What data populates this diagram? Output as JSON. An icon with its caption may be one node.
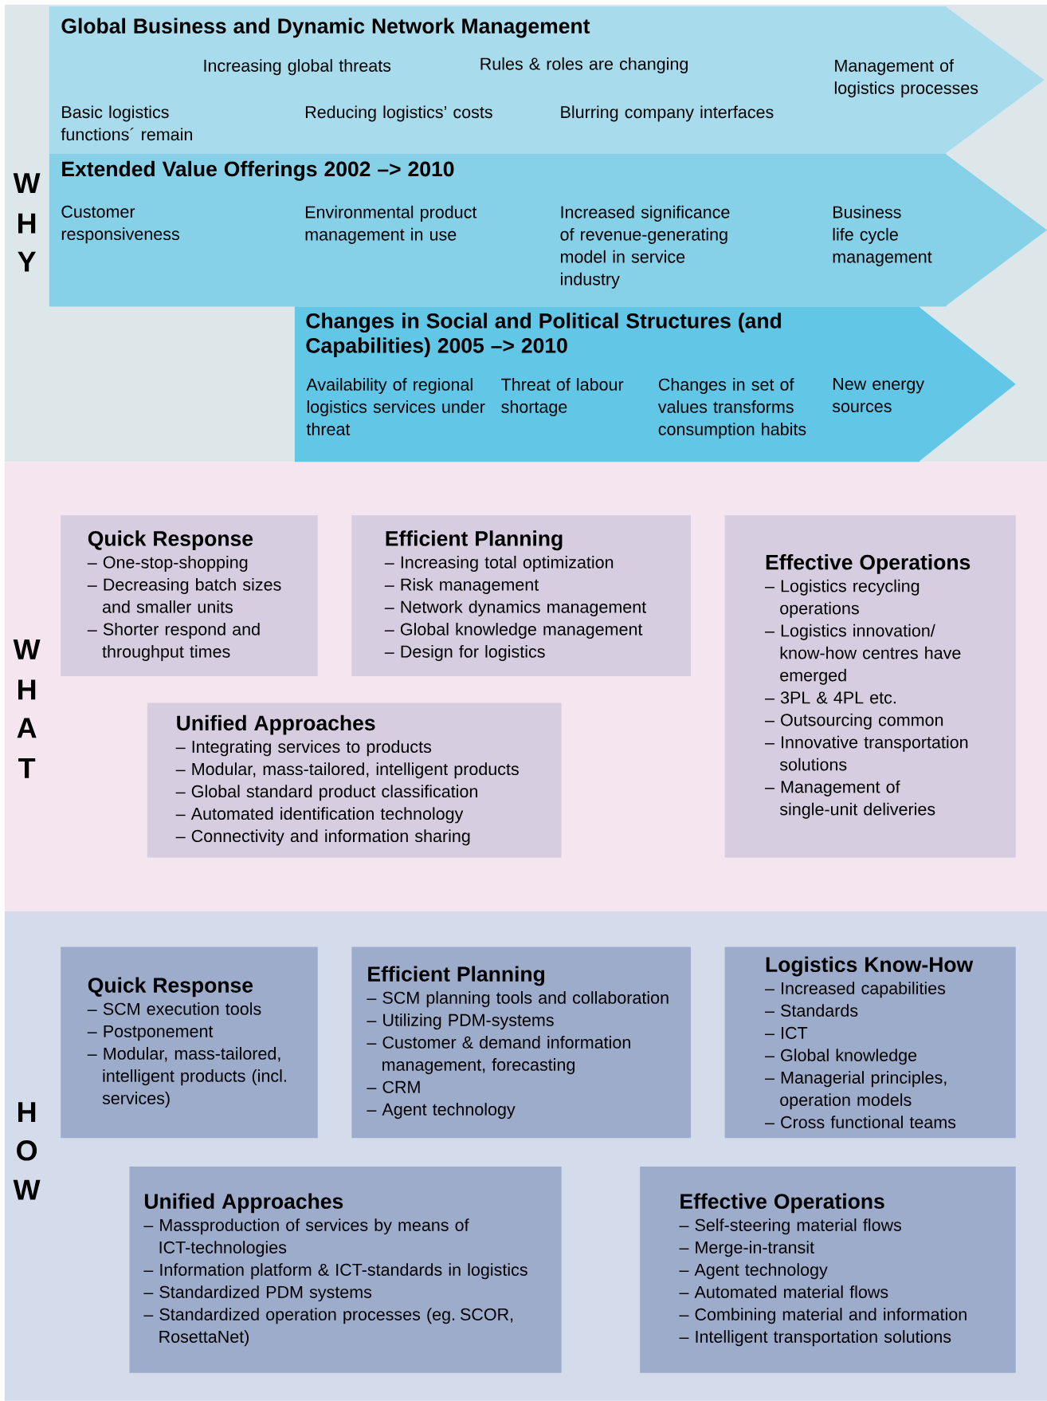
{
  "diagram": {
    "nodes": [
      {
        "text": [],
        "shape": "box"
      },
      {
        "text": [
          "Global Business and Dynamic Network Management",
          "Increasing global threats",
          "Rules & roles are changing",
          "Management of logistics processes",
          "Basic logistics functions´ remain",
          "Reducing logistics’ costs",
          "Blurring company interfaces"
        ],
        "in": 0
      },
      {
        "text": [
          "Extended Value Offerings 2002 –> 2010",
          "Customer responsiveness",
          "Environmental product management in use",
          "Increased significance of revenue-generating model in service industry",
          "Business life cycle management"
        ],
        "in": 0
      },
      {
        "text": [
          "Changes in Social and Political Structures (and Capabilities) 2005 –> 2010",
          "Availability of regional logistics services under threat",
          "Threat of labour shortage",
          "Changes in set of values transforms consumption habits",
          "New energy sources"
        ],
        "in": 0
      },
      {
        "text": [],
        "shape": "box"
      },
      {
        "text": [
          "Quick Response",
          "– One-stop-shopping",
          "– Decreasing batch sizes and smaller units",
          "– Shorter respond and throughput times"
        ],
        "in": 4
      },
      {
        "text": [
          "Efficient Planning",
          "– Increasing total optimization",
          "– Risk management",
          "– Network dynamics management",
          "– Global knowledge management",
          "– Design for logistics"
        ],
        "in": 4
      },
      {
        "text": [
          "Effective Operations",
          "– Logistics recycling operations",
          "– Logistics innovation/ know-how centres have emerged",
          "– 3PL & 4PL etc.",
          "– Outsourcing common",
          "– Innovative transportation solutions",
          "– Management of single-unit deliveries"
        ],
        "in": 4
      },
      {
        "text": [
          "Unified Approaches",
          "– Integrating services to products",
          "– Modular, mass-tailored, intelligent products",
          "– Global standard product classification",
          "– Automated identification technology",
          "– Connectivity and information sharing"
        ],
        "in": 4
      },
      {
        "text": [],
        "shape": "box"
      },
      {
        "text": [
          "Quick Response",
          "– SCM execution tools",
          "– Postponement",
          "– Modular, mass-tailored, intelligent products (incl. services)"
        ],
        "in": 9
      },
      {
        "text": [
          "Efficient Planning",
          "– SCM planning tools and collaboration",
          "– Utilizing PDM-systems",
          "– Customer & demand information management, forecasting",
          "– CRM",
          "– Agent technology"
        ],
        "in": 9
      },
      {
        "text": [
          "Logistics Know-How",
          "– Increased capabilities",
          "– Standards",
          "– ICT",
          "– Global knowledge",
          "– Managerial principles, operation models",
          "– Cross functional teams"
        ],
        "in": 9
      },
      {
        "text": [
          "Unified Approaches",
          "– Massproduction of services by means of ICT-technologies",
          "– Information platform & ICT-standards in logistics",
          "– Standardized PDM systems",
          "– Standardized operation processes (eg. SCOR, RosettaNet)"
        ],
        "in": 9
      },
      {
        "text": [
          "Effective Operations",
          "– Self-steering material flows",
          "– Merge-in-transit",
          "– Agent technology",
          "– Automated material flows",
          "– Combining material and information",
          "– Intelligent transportation solutions"
        ],
        "in": 9
      }
    ],
    "labels": [
      "W",
      "H",
      "Y",
      "W",
      "H",
      "A",
      "T",
      "H",
      "O",
      "W"
    ]
  }
}
